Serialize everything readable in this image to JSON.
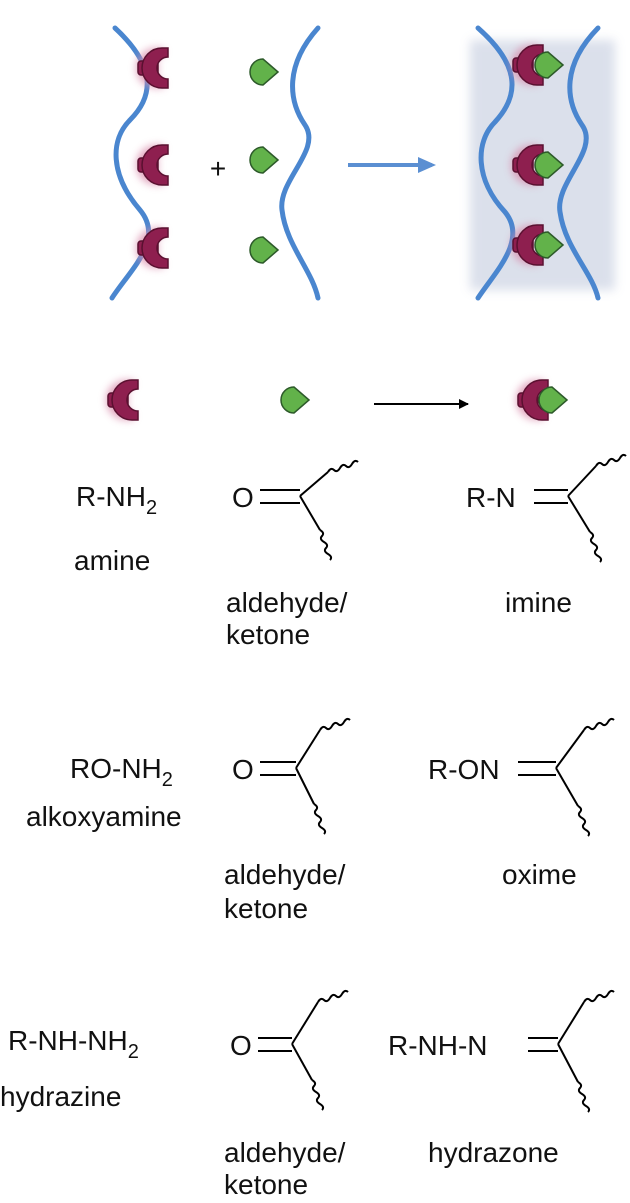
{
  "colors": {
    "strand": "#4a86cf",
    "receptor": "#8e1f4f",
    "receptor_glow": "#d98aaa",
    "ligand": "#62b24a",
    "ligand_stroke": "#2d5a2a",
    "arrow_blue": "#5b8fd2",
    "arrow_black": "#000000",
    "text": "#111111"
  },
  "icons": [
    "receptor-cup-icon",
    "ligand-drop-icon"
  ],
  "schematic": {
    "plus": "+"
  },
  "reactions": [
    {
      "reagent_formula": "R-NH",
      "reagent_subscript": "2",
      "reagent_name": "amine",
      "carbonyl_atom": "O",
      "carbonyl_name_1": "aldehyde/",
      "carbonyl_name_2": "ketone",
      "product_formula": "R-N",
      "product_name": "imine"
    },
    {
      "reagent_formula": "RO-NH",
      "reagent_subscript": "2",
      "reagent_name": "alkoxyamine",
      "carbonyl_atom": "O",
      "carbonyl_name_1": "aldehyde/",
      "carbonyl_name_2": "ketone",
      "product_formula": "R-ON",
      "product_name": "oxime"
    },
    {
      "reagent_formula": "R-NH-NH",
      "reagent_subscript": "2",
      "reagent_name": "hydrazine",
      "carbonyl_atom": "O",
      "carbonyl_name_1": "aldehyde/",
      "carbonyl_name_2": "ketone",
      "product_formula": "R-NH-N",
      "product_name": "hydrazone"
    }
  ]
}
